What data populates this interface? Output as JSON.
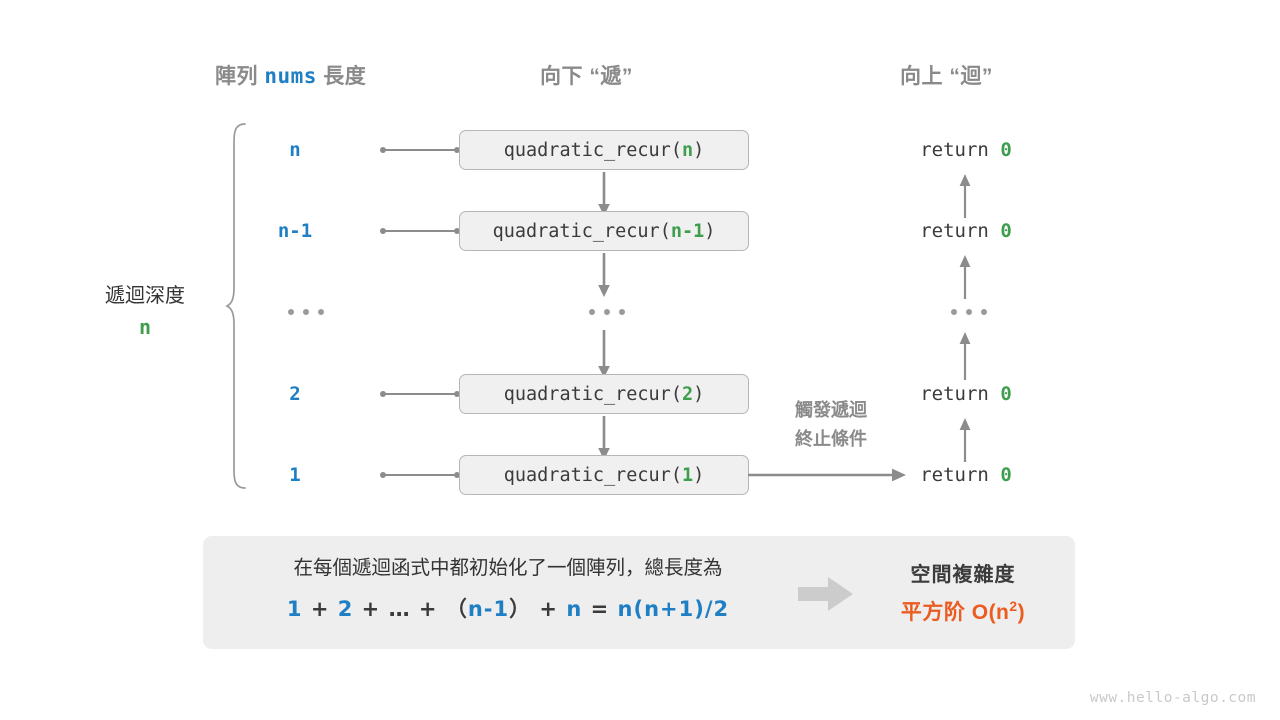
{
  "headers": {
    "array_prefix": "陣列",
    "array_var": "nums",
    "array_suffix": "長度",
    "down": "向下 “遞”",
    "up": "向上 “迴”"
  },
  "depth": {
    "label": "遞迴深度",
    "value": "n"
  },
  "rows": [
    {
      "length": "n",
      "call_name": "quadratic_recur",
      "call_arg": "n",
      "ret": "return",
      "ret_value": "0"
    },
    {
      "length": "n-1",
      "call_name": "quadratic_recur",
      "call_arg": "n-1",
      "ret": "return",
      "ret_value": "0"
    },
    {
      "length": "…",
      "call_name": "…",
      "call_arg": "",
      "ret": "…",
      "ret_value": ""
    },
    {
      "length": "2",
      "call_name": "quadratic_recur",
      "call_arg": "2",
      "ret": "return",
      "ret_value": "0"
    },
    {
      "length": "1",
      "call_name": "quadratic_recur",
      "call_arg": "1",
      "ret": "return",
      "ret_value": "0"
    }
  ],
  "annotation": {
    "line1": "觸發遞迴",
    "line2": "終止條件"
  },
  "summary": {
    "description": "在每個遞迴函式中都初始化了一個陣列，總長度為",
    "formula": {
      "t1": "1",
      "o1": "+",
      "t2": "2",
      "o2": "+",
      "t3": "…",
      "o3": "+",
      "lp": "（",
      "t4": "n-1",
      "rp": "）",
      "o4": "+",
      "t5": "n",
      "eq": "=",
      "result": "n(n+1)/2"
    },
    "result_title": "空間複雜度",
    "result_prefix": "平方阶",
    "result_value": "O(n",
    "result_exp": "2",
    "result_suffix": ")"
  },
  "watermark": "www.hello-algo.com",
  "colors": {
    "blue": "#1f7fc4",
    "green": "#3f9e4d",
    "orange": "#ec5b20",
    "gray_text": "#8a8a8a",
    "dark_text": "#3b3b3b",
    "box_fill": "#f0f0f0",
    "box_border": "#b6b6b6",
    "panel_fill": "#eeeeee",
    "arrow": "#8c8c8c"
  }
}
